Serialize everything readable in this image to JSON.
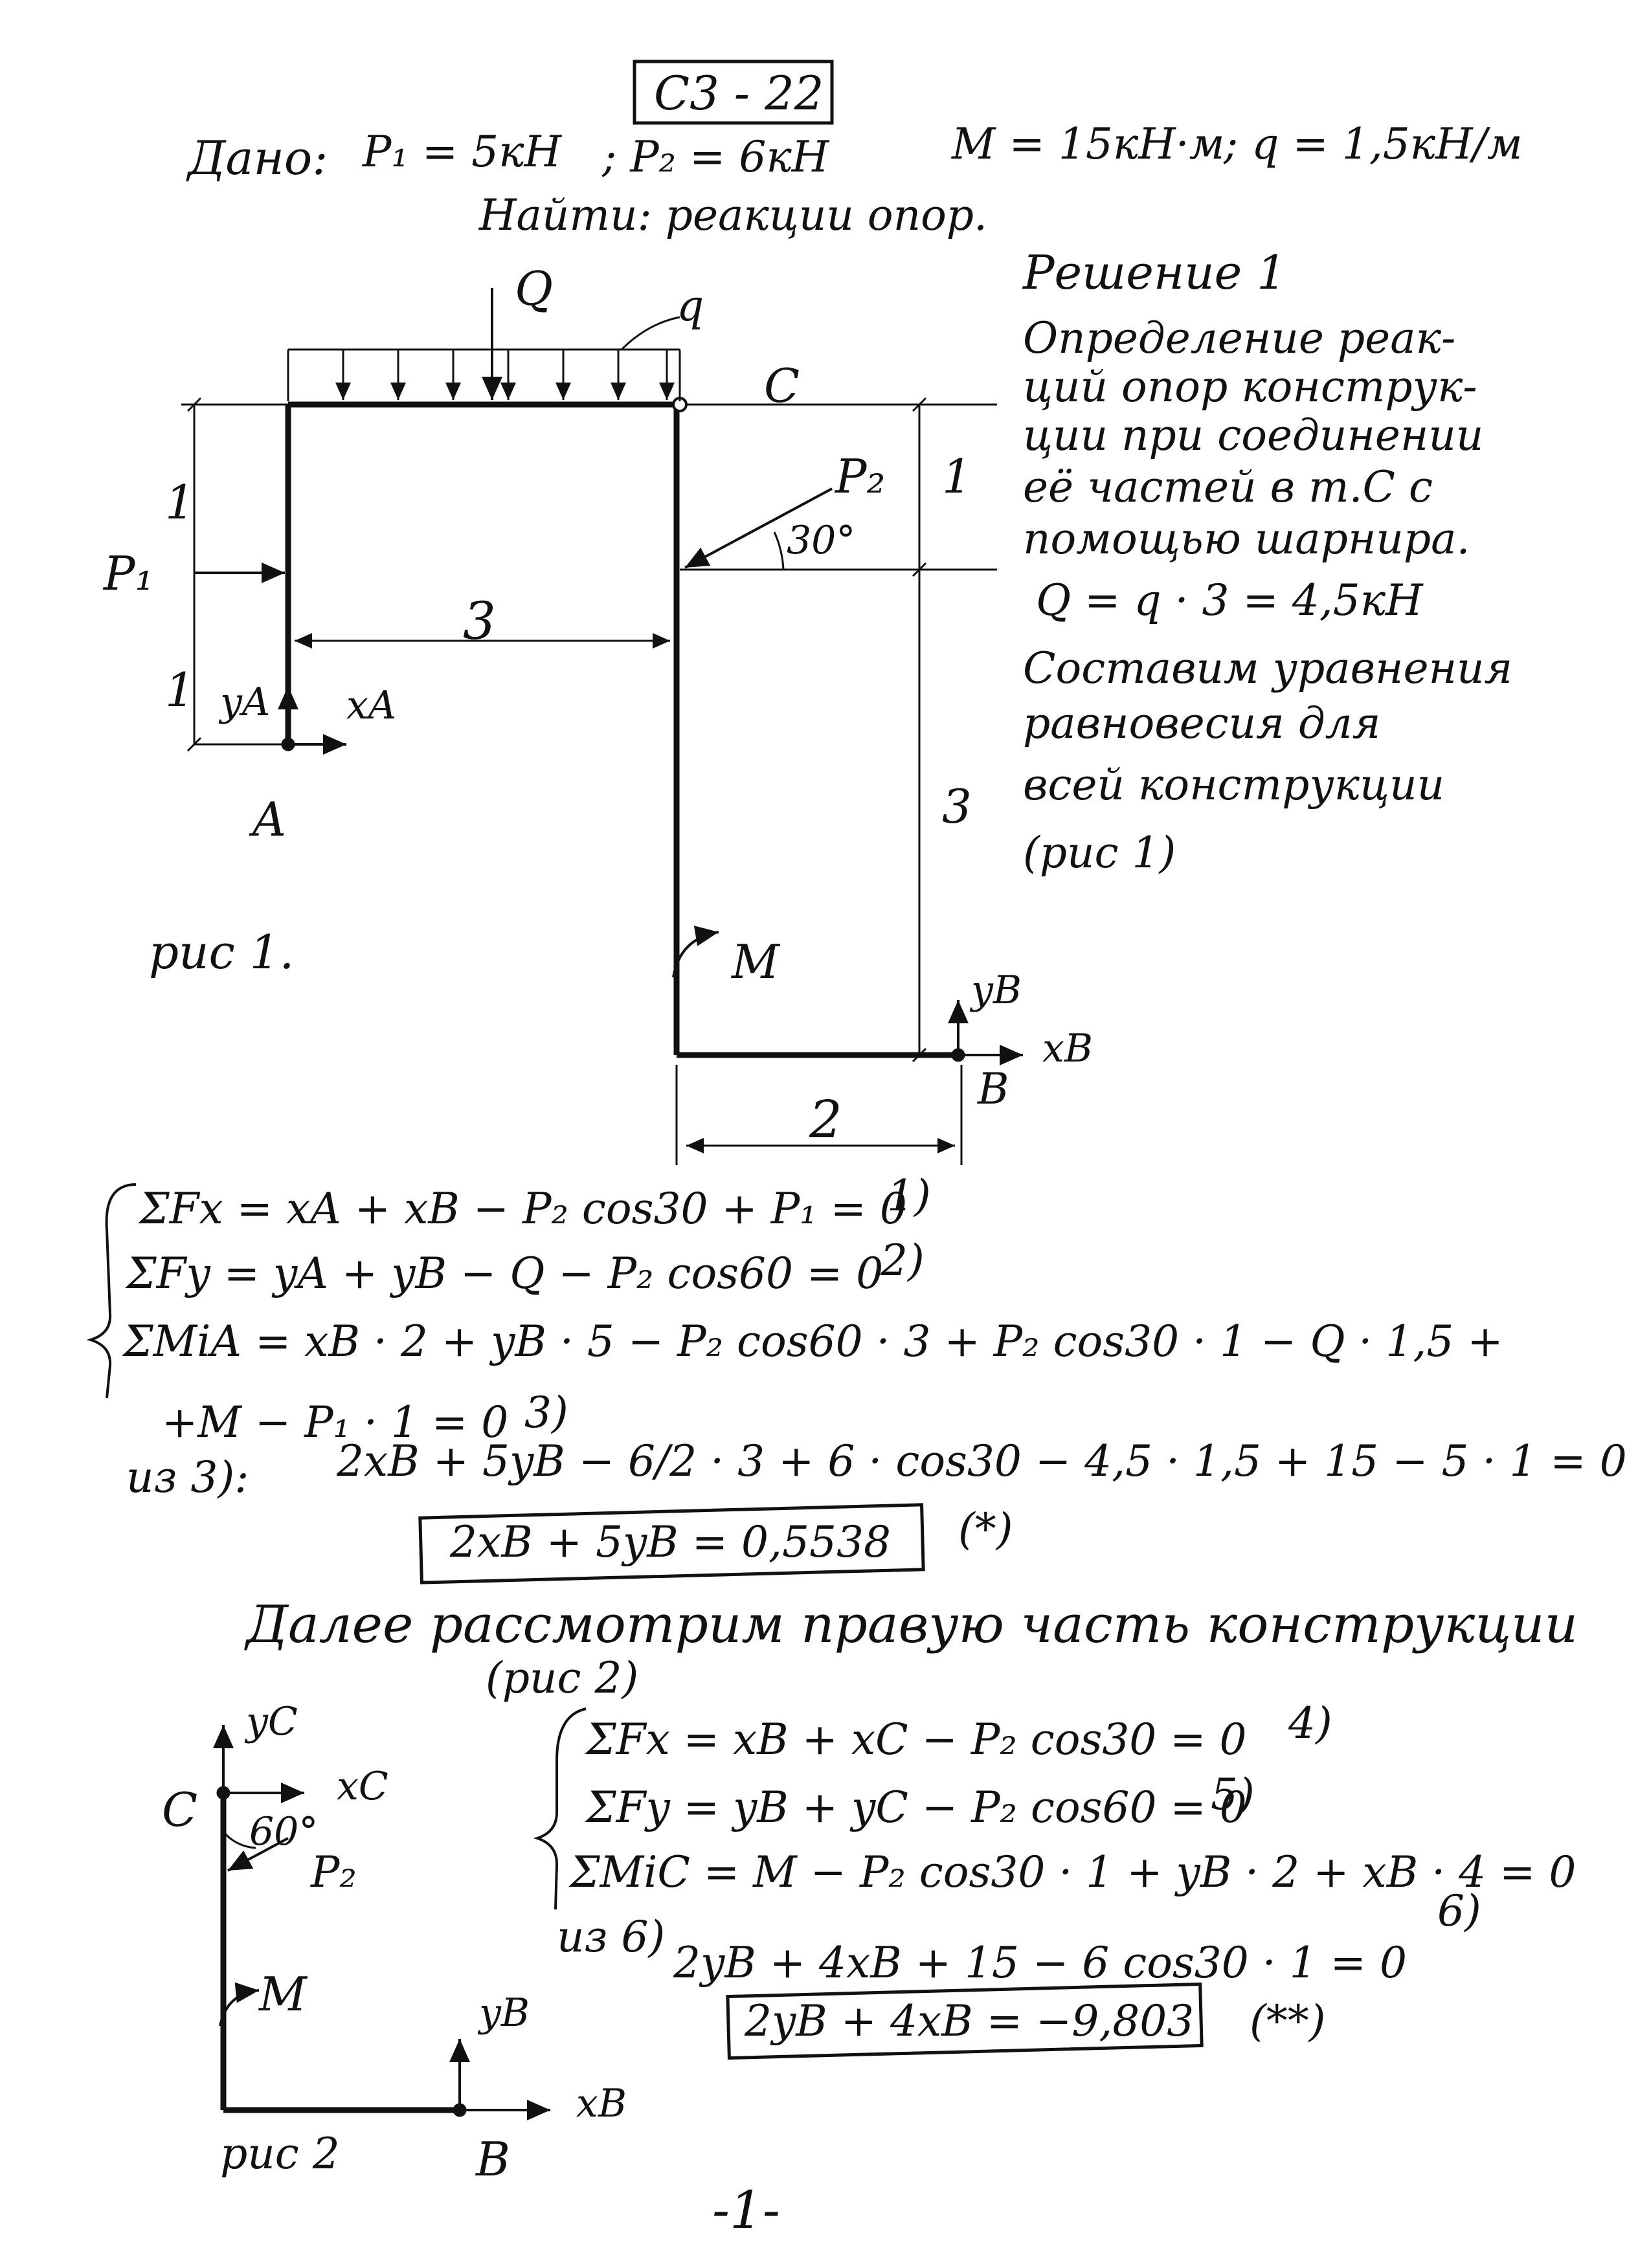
{
  "header": {
    "variant": "C3 - 22",
    "given_label": "Дано:",
    "given_p1": "P₁ = 5кН",
    "given_p2": "; P₂ = 6кН",
    "given_m": "M = 15кН·м",
    "given_q": "; q = 1,5кН/м",
    "find": "Найти: реакции опор."
  },
  "solution_notes": {
    "title": "Решение 1",
    "line1": "Определение реак-",
    "line2": "ций опор конструк-",
    "line3": "ции при соединении",
    "line4": "её частей в т.С с",
    "line5": "помощью шарнира.",
    "q_calc": "Q = q · 3 = 4,5кН",
    "line6": "Составим уравнения",
    "line7": "равновесия для",
    "line8": "всей конструкции",
    "line9": "(рис 1)"
  },
  "figure1": {
    "caption": "рис 1.",
    "label_Q": "Q",
    "label_q": "q",
    "label_C": "C",
    "label_P2": "P₂",
    "label_angle": "30°",
    "label_P1": "P₁",
    "label_dim_3_horizontal": "3",
    "label_dim_1_left_top": "1",
    "label_dim_1_left_bottom": "1",
    "label_dim_1_right": "1",
    "label_dim_3_right": "3",
    "label_dim_2": "2",
    "label_yA": "yA",
    "label_xA": "xA",
    "label_A": "A",
    "label_M": "M",
    "label_yB": "yB",
    "label_xB": "xB",
    "label_B": "B"
  },
  "equations1": {
    "eq1": "ΣFx = xA + xB − P₂ cos30 + P₁ = 0",
    "eq1_num": "1)",
    "eq2": "ΣFy = yA + yB − Q − P₂ cos60 = 0",
    "eq2_num": "2)",
    "eq3a": "ΣMiA = xB · 2 + yB · 5 − P₂ cos60 · 3 + P₂ cos30 · 1 − Q · 1,5 +",
    "eq3b": "+M − P₁ · 1 = 0",
    "eq3_num": "3)",
    "from3_label": "из 3):",
    "from3_expr": "2xB + 5yB − 6/2 · 3 + 6 · cos30 − 4,5 · 1,5 + 15 − 5 · 1 = 0",
    "result1": "2xB + 5yB = 0,5538",
    "result1_mark": "(*)"
  },
  "part2": {
    "heading1": "Далее рассмотрим правую часть конструкции",
    "heading2": "(рис 2)",
    "eq4": "ΣFx = xB + xC − P₂ cos30 = 0",
    "eq4_num": "4)",
    "eq5": "ΣFy = yB + yC − P₂ cos60 = 0",
    "eq5_num": "5)",
    "eq6": "ΣMiC = M − P₂ cos30 · 1 + yB · 2 + xB · 4 = 0",
    "eq6_num": "6)",
    "from6_label": "из 6)",
    "from6_expr": "2yB + 4xB + 15 − 6 cos30 · 1 = 0",
    "result2": "2yB + 4xB = −9,803",
    "result2_mark": "(**)"
  },
  "figure2": {
    "caption": "рис 2",
    "label_yC": "yC",
    "label_xC": "xC",
    "label_C": "C",
    "label_angle": "60°",
    "label_P2": "P₂",
    "label_M": "M",
    "label_yB": "yB",
    "label_xB": "xB",
    "label_B": "B"
  },
  "footer": {
    "page_number": "-1-"
  }
}
